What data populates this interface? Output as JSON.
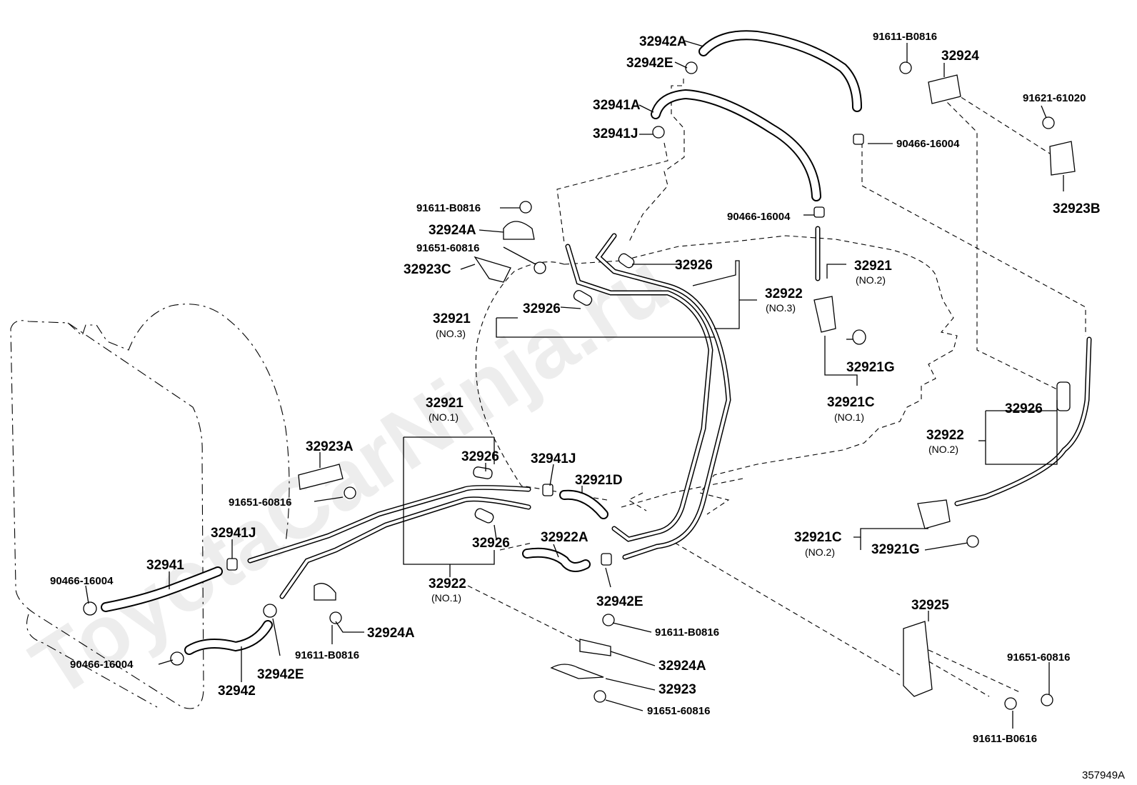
{
  "watermark": "ToyotaCarNinja.ru",
  "figure_id": "357949A",
  "labels": {
    "l32942A": "32942A",
    "l32942E_top": "32942E",
    "l32941A": "32941A",
    "l32941J_top": "32941J",
    "l91611_top": "91611-B0816",
    "l32924_top": "32924",
    "l91621": "91621-61020",
    "l90466_a": "90466-16004",
    "l32923B": "32923B",
    "l90466_b": "90466-16004",
    "l91611_mid": "91611-B0816",
    "l32924A_mid": "32924A",
    "l91651_mid": "91651-60816",
    "l32923C": "32923C",
    "l32926_a": "32926",
    "l32921_no2": "32921",
    "s32921_no2": "(NO.2)",
    "l32922_no3": "32922",
    "s32922_no3": "(NO.3)",
    "l32921_no3": "32921",
    "s32921_no3": "(NO.3)",
    "l32926_b": "32926",
    "l32921G_top": "32921G",
    "l32921C_no1": "32921C",
    "s32921C_no1": "(NO.1)",
    "l32921_no1": "32921",
    "s32921_no1": "(NO.1)",
    "l32926_right": "32926",
    "l32922_no2": "32922",
    "s32922_no2": "(NO.2)",
    "l32923A": "32923A",
    "l32926_c": "32926",
    "l32941J_mid": "32941J",
    "l32921D": "32921D",
    "l91651_left": "91651-60816",
    "l32941J_left": "32941J",
    "l32922A": "32922A",
    "l32926_d": "32926",
    "l32921C_no2": "32921C",
    "s32921C_no2": "(NO.2)",
    "l32921G_bot": "32921G",
    "l32941": "32941",
    "l90466_left": "90466-16004",
    "l32922_no1": "32922",
    "s32922_no1": "(NO.1)",
    "l32942E_mid": "32942E",
    "l32925": "32925",
    "l32924A_left": "32924A",
    "l91611_left": "91611-B0816",
    "l91611_bot": "91611-B0816",
    "l32924A_bot": "32924A",
    "l91651_right": "91651-60816",
    "l90466_left2": "90466-16004",
    "l32942E_bot": "32942E",
    "l32923": "32923",
    "l32942": "32942",
    "l91651_bot": "91651-60816",
    "l91611_b0616": "91611-B0616"
  }
}
